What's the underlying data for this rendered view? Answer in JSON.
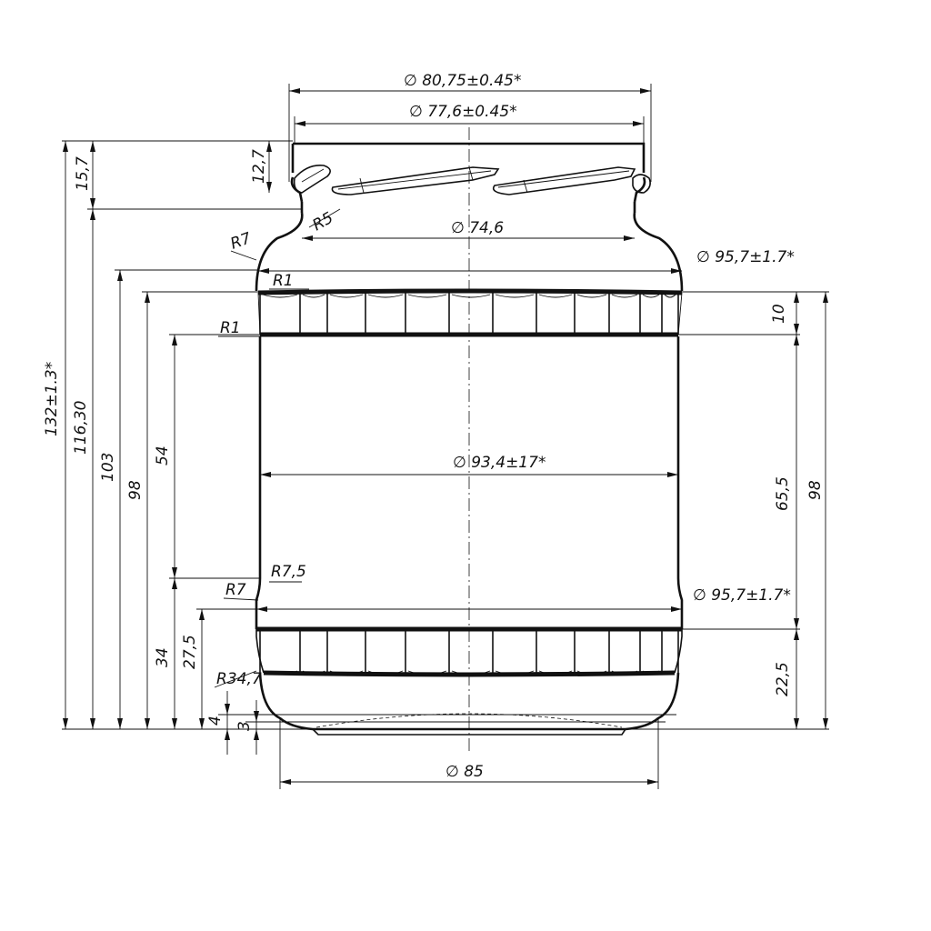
{
  "drawing": {
    "dimensions": {
      "outer_finish_diameter": "∅ 80,75±0.45*",
      "thread_diameter": "∅ 77,6±0.45*",
      "neck_diameter": "∅ 74,6",
      "shoulder_diameter_top": "∅ 95,7±1.7*",
      "body_diameter": "∅ 93,4±17*",
      "shoulder_diameter_bottom": "∅ 95,7±1.7*",
      "base_diameter": "∅ 85",
      "height_total": "132±1.3*",
      "height_116": "116,30",
      "height_103": "103",
      "height_98_left": "98",
      "height_54": "54",
      "height_34": "34",
      "height_27": "27,5",
      "height_4": "4",
      "height_3": "3",
      "finish_height": "15,7",
      "thread_height": "12,7",
      "band_top": "10",
      "label_panel": "65,5",
      "band_bottom": "22,5",
      "height_98_right": "98"
    },
    "radii": {
      "r_neck": "R5",
      "r_shoulder": "R7",
      "r_top_band": "R1",
      "r_mid_band": "R1",
      "r_lower_panel": "R7,5",
      "r_lower_shoulder": "R7",
      "r_heel": "R34,7"
    }
  }
}
